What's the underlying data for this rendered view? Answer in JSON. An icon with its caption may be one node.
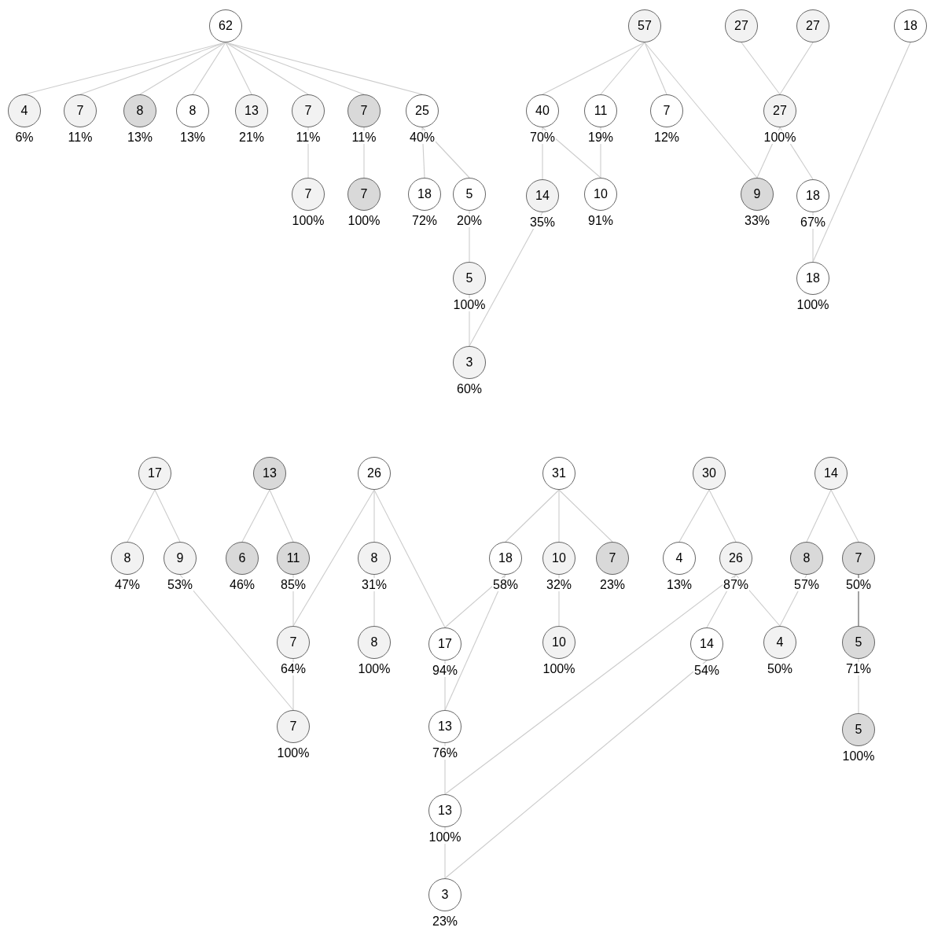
{
  "diagram": {
    "nodes": [
      {
        "text": [
          "62"
        ]
      },
      {
        "text": [
          "4"
        ],
        "beside": [
          "6%"
        ]
      },
      {
        "text": [
          "7"
        ],
        "beside": [
          "11%"
        ]
      },
      {
        "text": [
          "8"
        ],
        "beside": [
          "13%"
        ]
      },
      {
        "text": [
          "8"
        ],
        "beside": [
          "13%"
        ]
      },
      {
        "text": [
          "13"
        ],
        "beside": [
          "21%"
        ]
      },
      {
        "text": [
          "7"
        ],
        "beside": [
          "11%"
        ]
      },
      {
        "text": [
          "7"
        ],
        "beside": [
          "11%"
        ]
      },
      {
        "text": [
          "25"
        ],
        "beside": [
          "40%"
        ]
      },
      {
        "text": [
          "7"
        ],
        "beside": [
          "100%"
        ]
      },
      {
        "text": [
          "7"
        ],
        "beside": [
          "100%"
        ]
      },
      {
        "text": [
          "18"
        ],
        "beside": [
          "72%"
        ]
      },
      {
        "text": [
          "5"
        ],
        "beside": [
          "20%"
        ]
      },
      {
        "text": [
          "5"
        ],
        "beside": [
          "100%"
        ]
      },
      {
        "text": [
          "3"
        ],
        "beside": [
          "60%"
        ]
      },
      {
        "text": [
          "57"
        ]
      },
      {
        "text": [
          "27"
        ]
      },
      {
        "text": [
          "27"
        ]
      },
      {
        "text": [
          "18"
        ]
      },
      {
        "text": [
          "40"
        ],
        "beside": [
          "70%"
        ]
      },
      {
        "text": [
          "11"
        ],
        "beside": [
          "19%"
        ]
      },
      {
        "text": [
          "7"
        ],
        "beside": [
          "12%"
        ]
      },
      {
        "text": [
          "27"
        ],
        "beside": [
          "100%"
        ]
      },
      {
        "text": [
          "14"
        ],
        "beside": [
          "35%"
        ]
      },
      {
        "text": [
          "10"
        ],
        "beside": [
          "91%"
        ]
      },
      {
        "text": [
          "9"
        ],
        "beside": [
          "33%"
        ]
      },
      {
        "text": [
          "18"
        ],
        "beside": [
          "67%"
        ]
      },
      {
        "text": [
          "18"
        ],
        "beside": [
          "100%"
        ]
      },
      {
        "text": [
          "17"
        ]
      },
      {
        "text": [
          "13"
        ]
      },
      {
        "text": [
          "26"
        ]
      },
      {
        "text": [
          "31"
        ]
      },
      {
        "text": [
          "30"
        ]
      },
      {
        "text": [
          "14"
        ]
      },
      {
        "text": [
          "8"
        ],
        "beside": [
          "47%"
        ]
      },
      {
        "text": [
          "9"
        ],
        "beside": [
          "53%"
        ]
      },
      {
        "text": [
          "6"
        ],
        "beside": [
          "46%"
        ]
      },
      {
        "text": [
          "11"
        ],
        "beside": [
          "85%"
        ]
      },
      {
        "text": [
          "8"
        ],
        "beside": [
          "31%"
        ]
      },
      {
        "text": [
          "18"
        ],
        "beside": [
          "58%"
        ]
      },
      {
        "text": [
          "10"
        ],
        "beside": [
          "32%"
        ]
      },
      {
        "text": [
          "7"
        ],
        "beside": [
          "23%"
        ]
      },
      {
        "text": [
          "4"
        ],
        "beside": [
          "13%"
        ]
      },
      {
        "text": [
          "26"
        ],
        "beside": [
          "87%"
        ]
      },
      {
        "text": [
          "8"
        ],
        "beside": [
          "57%"
        ]
      },
      {
        "text": [
          "7"
        ],
        "beside": [
          "50%"
        ]
      },
      {
        "text": [
          "7"
        ],
        "beside": [
          "64%"
        ]
      },
      {
        "text": [
          "8"
        ],
        "beside": [
          "100%"
        ]
      },
      {
        "text": [
          "17"
        ],
        "beside": [
          "94%"
        ]
      },
      {
        "text": [
          "10"
        ],
        "beside": [
          "100%"
        ]
      },
      {
        "text": [
          "14"
        ],
        "beside": [
          "54%"
        ]
      },
      {
        "text": [
          "4"
        ],
        "beside": [
          "50%"
        ]
      },
      {
        "text": [
          "5"
        ],
        "beside": [
          "71%"
        ]
      },
      {
        "text": [
          "7"
        ],
        "beside": [
          "100%"
        ]
      },
      {
        "text": [
          "13"
        ],
        "beside": [
          "76%"
        ]
      },
      {
        "text": [
          "5"
        ],
        "beside": [
          "100%"
        ]
      },
      {
        "text": [
          "13"
        ],
        "beside": [
          "100%"
        ]
      },
      {
        "text": [
          "3"
        ],
        "beside": [
          "23%"
        ]
      }
    ],
    "edges": [
      {
        "from": 0,
        "to": 1,
        "arrow": "none"
      },
      {
        "from": 0,
        "to": 2,
        "arrow": "none"
      },
      {
        "from": 0,
        "to": 3,
        "arrow": "none"
      },
      {
        "from": 0,
        "to": 4,
        "arrow": "none"
      },
      {
        "from": 0,
        "to": 5,
        "arrow": "none"
      },
      {
        "from": 0,
        "to": 6,
        "arrow": "none"
      },
      {
        "from": 0,
        "to": 7,
        "arrow": "none"
      },
      {
        "from": 0,
        "to": 8,
        "arrow": "none"
      },
      {
        "from": 6,
        "to": 9,
        "arrow": "none"
      },
      {
        "from": 7,
        "to": 10,
        "arrow": "none"
      },
      {
        "from": 8,
        "to": 11,
        "arrow": "none"
      },
      {
        "from": 8,
        "to": 12,
        "arrow": "none"
      },
      {
        "from": 12,
        "to": 13,
        "arrow": "none"
      },
      {
        "from": 13,
        "to": 14,
        "arrow": "none"
      },
      {
        "from": 23,
        "to": 14,
        "arrow": "none"
      },
      {
        "from": 15,
        "to": 19,
        "arrow": "none"
      },
      {
        "from": 15,
        "to": 20,
        "arrow": "none"
      },
      {
        "from": 15,
        "to": 21,
        "arrow": "none"
      },
      {
        "from": 15,
        "to": 25,
        "arrow": "none"
      },
      {
        "from": 19,
        "to": 23,
        "arrow": "none"
      },
      {
        "from": 19,
        "to": 24,
        "arrow": "none"
      },
      {
        "from": 20,
        "to": 24,
        "arrow": "none"
      },
      {
        "from": 16,
        "to": 22,
        "arrow": "none"
      },
      {
        "from": 17,
        "to": 22,
        "arrow": "none"
      },
      {
        "from": 22,
        "to": 25,
        "arrow": "none"
      },
      {
        "from": 22,
        "to": 26,
        "arrow": "none"
      },
      {
        "from": 26,
        "to": 27,
        "arrow": "none"
      },
      {
        "from": 18,
        "to": 27,
        "arrow": "none"
      },
      {
        "from": 28,
        "to": 34,
        "arrow": "none"
      },
      {
        "from": 28,
        "to": 35,
        "arrow": "none"
      },
      {
        "from": 29,
        "to": 36,
        "arrow": "none"
      },
      {
        "from": 29,
        "to": 37,
        "arrow": "none"
      },
      {
        "from": 37,
        "to": 46,
        "arrow": "none"
      },
      {
        "from": 30,
        "to": 46,
        "arrow": "none"
      },
      {
        "from": 30,
        "to": 38,
        "arrow": "none"
      },
      {
        "from": 30,
        "to": 48,
        "arrow": "none"
      },
      {
        "from": 38,
        "to": 47,
        "arrow": "none"
      },
      {
        "from": 35,
        "to": 53,
        "arrow": "none"
      },
      {
        "from": 46,
        "to": 53,
        "arrow": "none"
      },
      {
        "from": 31,
        "to": 39,
        "arrow": "none"
      },
      {
        "from": 31,
        "to": 40,
        "arrow": "none"
      },
      {
        "from": 31,
        "to": 41,
        "arrow": "none"
      },
      {
        "from": 39,
        "to": 48,
        "arrow": "none"
      },
      {
        "from": 39,
        "to": 54,
        "arrow": "none"
      },
      {
        "from": 48,
        "to": 54,
        "arrow": "none"
      },
      {
        "from": 40,
        "to": 49,
        "arrow": "none"
      },
      {
        "from": 32,
        "to": 42,
        "arrow": "none"
      },
      {
        "from": 32,
        "to": 43,
        "arrow": "none"
      },
      {
        "from": 43,
        "to": 50,
        "arrow": "none"
      },
      {
        "from": 43,
        "to": 51,
        "arrow": "none"
      },
      {
        "from": 43,
        "to": 56,
        "arrow": "none"
      },
      {
        "from": 44,
        "to": 51,
        "arrow": "none"
      },
      {
        "from": 33,
        "to": 44,
        "arrow": "none"
      },
      {
        "from": 33,
        "to": 45,
        "arrow": "none"
      },
      {
        "from": 45,
        "to": 52,
        "arrow": "none",
        "color": "#555555"
      },
      {
        "from": 52,
        "to": 55,
        "arrow": "none"
      },
      {
        "from": 54,
        "to": 56,
        "arrow": "none"
      },
      {
        "from": 56,
        "to": 57,
        "arrow": "none"
      },
      {
        "from": 50,
        "to": 57,
        "arrow": "none"
      }
    ]
  }
}
